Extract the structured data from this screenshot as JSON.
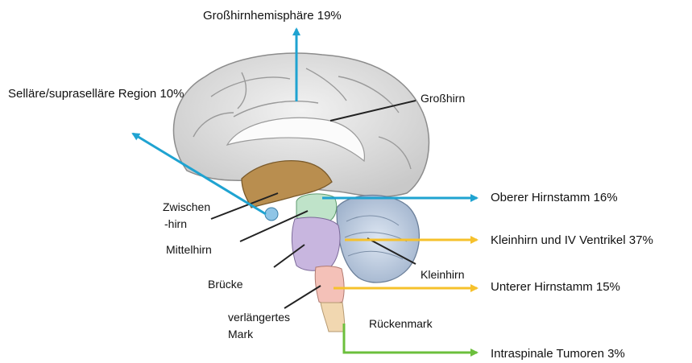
{
  "regions": {
    "cerebral_hemisphere": "Großhirnhemisphäre 19%",
    "sellar_region": "Selläre/supraselläre Region 10%",
    "upper_brainstem": "Oberer Hirnstamm 16%",
    "cerebellum_ventricle": "Kleinhirn und IV Ventrikel 37%",
    "lower_brainstem": "Unterer Hirnstamm 15%",
    "intraspinal": "Intraspinale Tumoren 3%"
  },
  "anatomy": {
    "cerebrum": "Großhirn",
    "diencephalon_line1": "Zwischen",
    "diencephalon_line2": "-hirn",
    "midbrain": "Mittelhirn",
    "pons": "Brücke",
    "medulla_line1": "verlängertes",
    "medulla_line2": "Mark",
    "cerebellum": "Kleinhirn",
    "spinal_cord": "Rückenmark"
  },
  "colors": {
    "blue_arrow": "#1fa3d1",
    "yellow_arrow": "#f6c12c",
    "green_arrow": "#6cbf3c"
  }
}
